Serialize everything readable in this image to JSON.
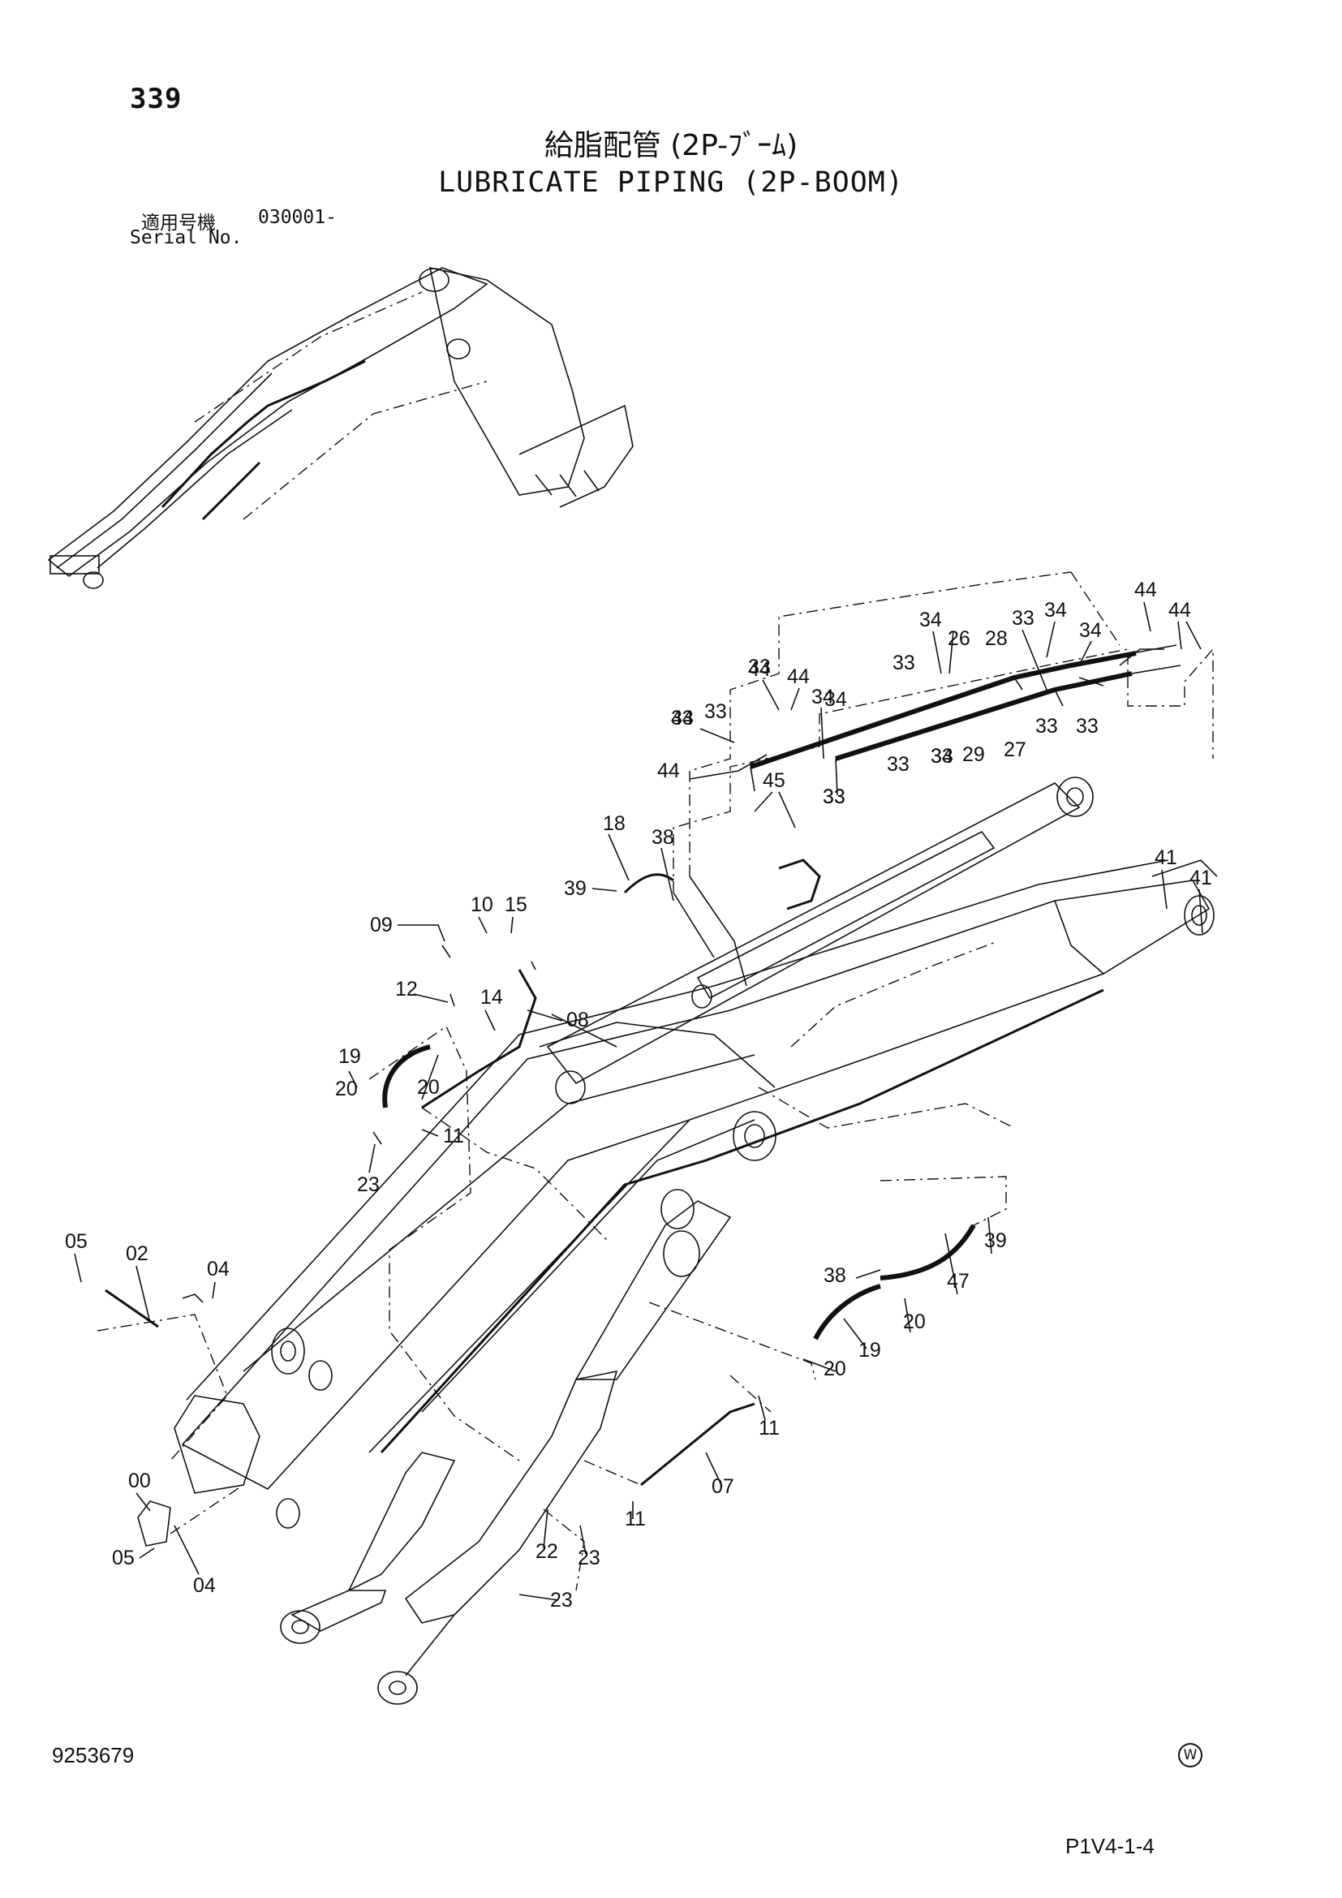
{
  "header": {
    "page_number": "339",
    "title_jp": "給脂配管 (2P-ﾌﾞｰﾑ)",
    "title_en": "LUBRICATE PIPING (2P-BOOM)",
    "serial_label_jp": "適用号機",
    "serial_value": "030001-",
    "serial_label_en": "Serial No."
  },
  "footer": {
    "document_number": "9253679",
    "watermark_symbol": "W",
    "sheet_ref": "P1V4-1-4"
  },
  "callouts": [
    "44",
    "44",
    "34",
    "33",
    "26",
    "28",
    "33",
    "34",
    "34",
    "44",
    "44",
    "34",
    "33",
    "33",
    "29",
    "27",
    "33",
    "33",
    "33",
    "34",
    "33",
    "34",
    "33",
    "33",
    "44",
    "44",
    "45",
    "33",
    "18",
    "38",
    "39",
    "41",
    "41",
    "09",
    "10",
    "15",
    "12",
    "14",
    "08",
    "19",
    "20",
    "20",
    "11",
    "23",
    "05",
    "02",
    "04",
    "00",
    "05",
    "04",
    "39",
    "38",
    "47",
    "20",
    "19",
    "20",
    "11",
    "07",
    "11",
    "22",
    "23",
    "23"
  ],
  "colors": {
    "ink": "#111111",
    "paper": "#ffffff"
  }
}
